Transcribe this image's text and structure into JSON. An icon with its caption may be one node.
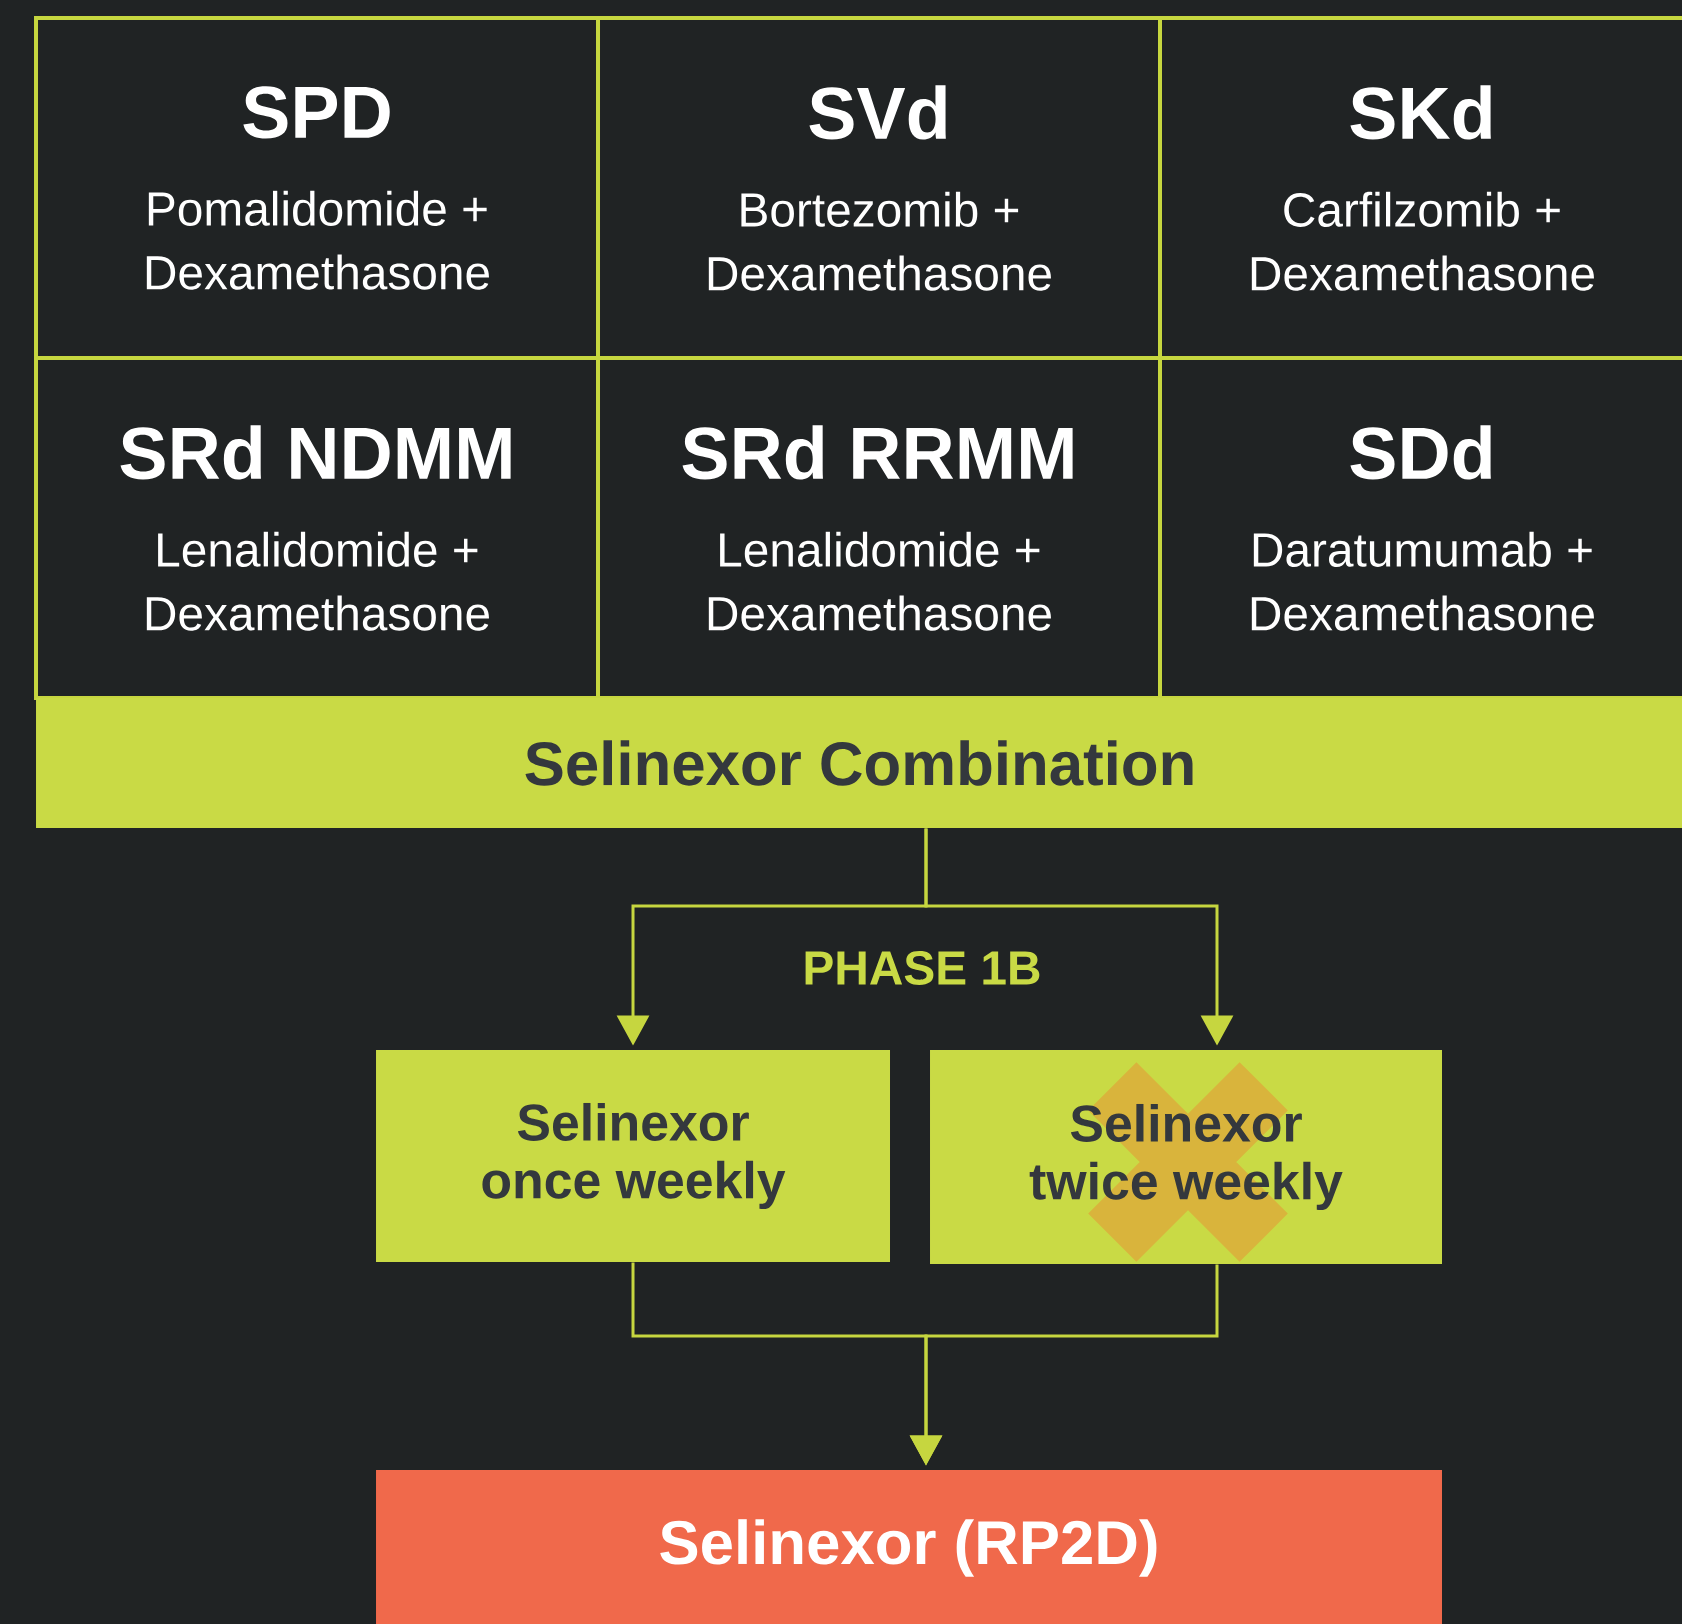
{
  "diagram": {
    "nodes": [
      {
        "text": [
          "SPD",
          "Pomalidomide + Dexamethasone"
        ]
      },
      {
        "text": [
          "SVd",
          "Bortezomib + Dexamethasone"
        ]
      },
      {
        "text": [
          "SKd",
          "Carfilzomib + Dexamethasone"
        ]
      },
      {
        "text": [
          "SRd NDMM",
          "Lenalidomide + Dexamethasone"
        ]
      },
      {
        "text": [
          "SRd RRMM",
          "Lenalidomide + Dexamethasone"
        ]
      },
      {
        "text": [
          "SDd",
          "Daratumumab + Dexamethasone"
        ]
      },
      {
        "text": [
          "Selinexor Combination"
        ]
      },
      {
        "text": [
          "Selinexor once weekly"
        ]
      },
      {
        "text": [
          "Selinexor twice weekly"
        ]
      },
      {
        "text": [
          "Selinexor (RP2D)"
        ]
      }
    ],
    "edges": [
      {
        "from": 6,
        "to": 7,
        "arrow": "to"
      },
      {
        "from": 6,
        "to": 8,
        "arrow": "to"
      },
      {
        "from": 7,
        "to": 9,
        "arrow": "to"
      },
      {
        "from": 8,
        "to": 9,
        "arrow": "to"
      }
    ],
    "labels": [
      "PHASE 1B"
    ]
  }
}
